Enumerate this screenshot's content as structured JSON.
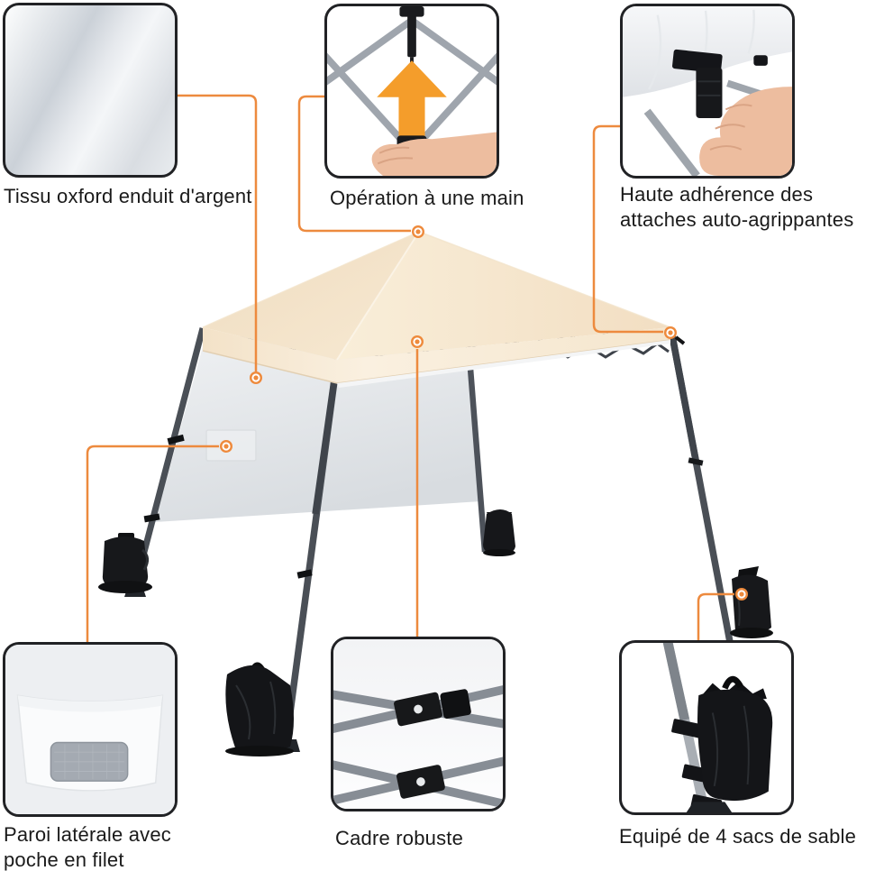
{
  "image_type": "product-feature-infographic",
  "product": "pop-up-canopy-tent",
  "colors": {
    "accent_orange": "#ED8A3E",
    "arrow_orange": "#F49D2B",
    "canopy_beige": "#F6E6CD",
    "sidewall_gray": "#E8EBEE",
    "frame_gray": "#4A4F56",
    "sandbag_black": "#17181B",
    "box_border": "#212225",
    "label_text": "#1A1A1A"
  },
  "callouts": {
    "fabric": {
      "label": "Tissu oxford enduit d'argent"
    },
    "one_hand": {
      "label": "Opération à une main"
    },
    "velcro": {
      "label": "Haute adhérence des attaches auto-agrippantes"
    },
    "pocket": {
      "label": "Paroi latérale avec poche en filet"
    },
    "frame": {
      "label": "Cadre robuste"
    },
    "sandbags": {
      "label": "Equipé de 4 sacs de sable"
    }
  }
}
